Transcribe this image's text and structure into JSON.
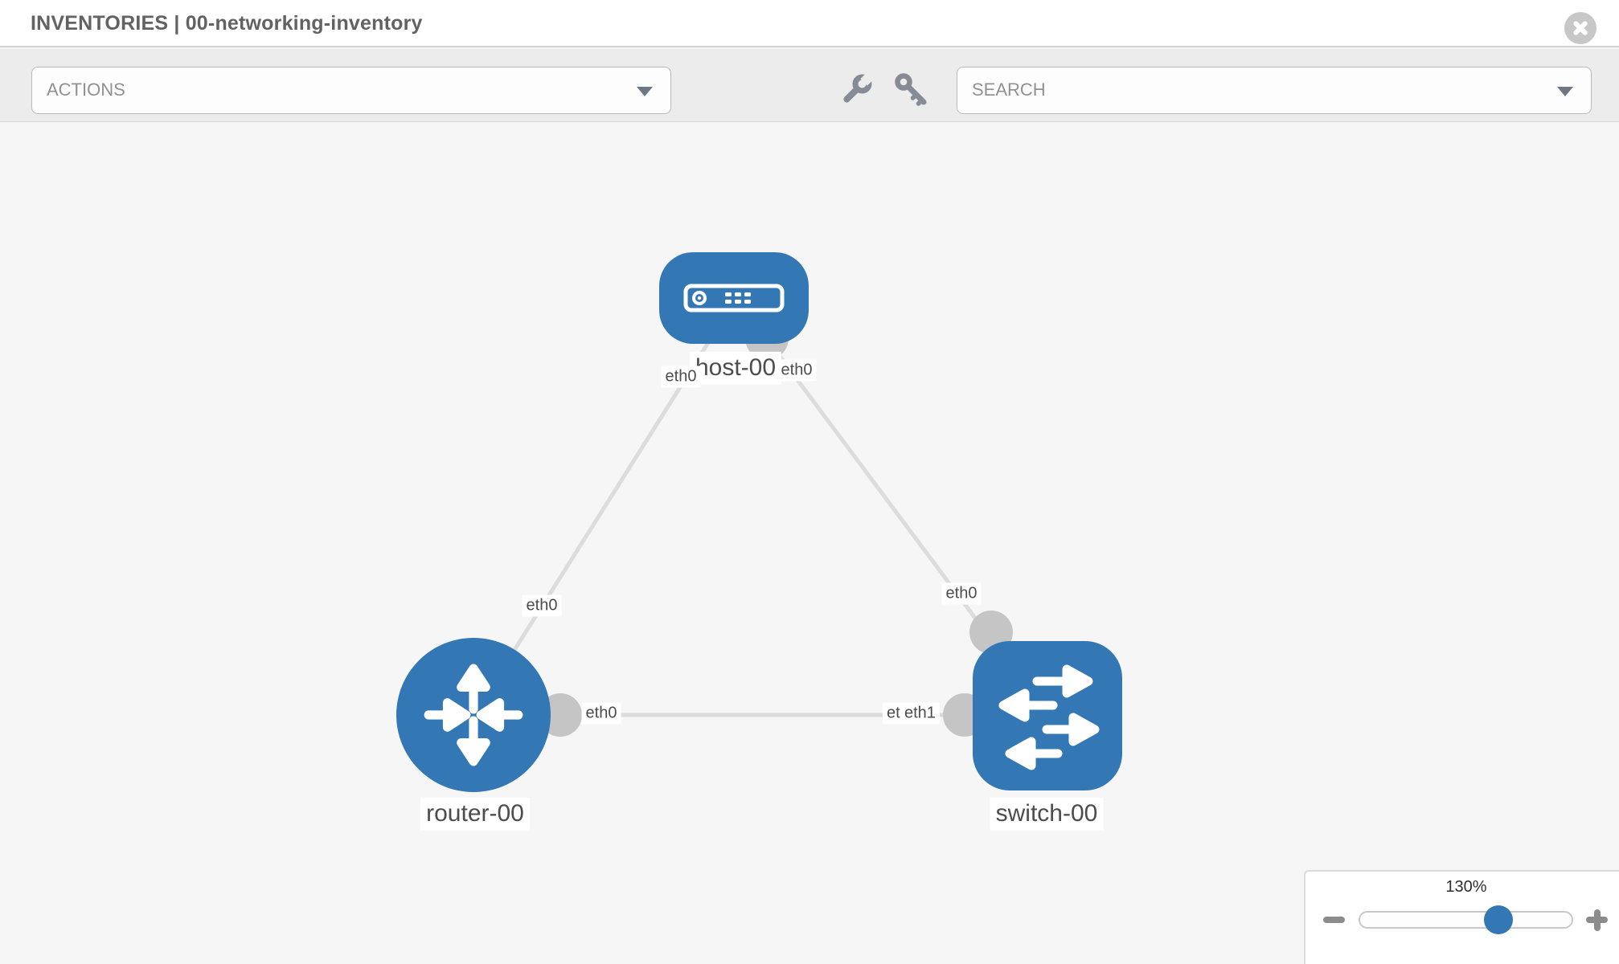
{
  "header": {
    "title": "INVENTORIES | 00-networking-inventory",
    "close_icon": "circle-x"
  },
  "toolbar": {
    "actions_label": "ACTIONS",
    "actions_dropdown_icon": "caret-down",
    "wrench_icon": "wrench",
    "key_icon": "key",
    "search_placeholder": "SEARCH",
    "search_dropdown_icon": "caret-down"
  },
  "topology": {
    "nodes": [
      {
        "id": "host-00",
        "type": "host",
        "label": "host-00",
        "icon": "host-device-icon"
      },
      {
        "id": "router-00",
        "type": "router",
        "label": "router-00",
        "icon": "router-arrows-icon"
      },
      {
        "id": "switch-00",
        "type": "switch",
        "label": "switch-00",
        "icon": "switch-arrows-icon"
      }
    ],
    "links": [
      {
        "source": "host-00",
        "target": "router-00",
        "source_iface": "eth0",
        "target_iface": "eth0"
      },
      {
        "source": "host-00",
        "target": "switch-00",
        "source_iface": "eth0",
        "target_iface": "eth0"
      },
      {
        "source": "router-00",
        "target": "switch-00",
        "source_iface": "eth0",
        "target_iface": "eth1",
        "target_iface_overlapped": "eth0"
      }
    ]
  },
  "zoom_control": {
    "level": "130%",
    "zoom_out_icon": "minus",
    "zoom_in_icon": "plus"
  },
  "colors": {
    "node_fill": "#3378b5",
    "link_line": "#dcdcdc",
    "connector_dot": "#c5c5c5",
    "canvas_bg": "#f6f6f6",
    "toolbar_bg": "#ececec",
    "slider_thumb": "#3378b5"
  }
}
